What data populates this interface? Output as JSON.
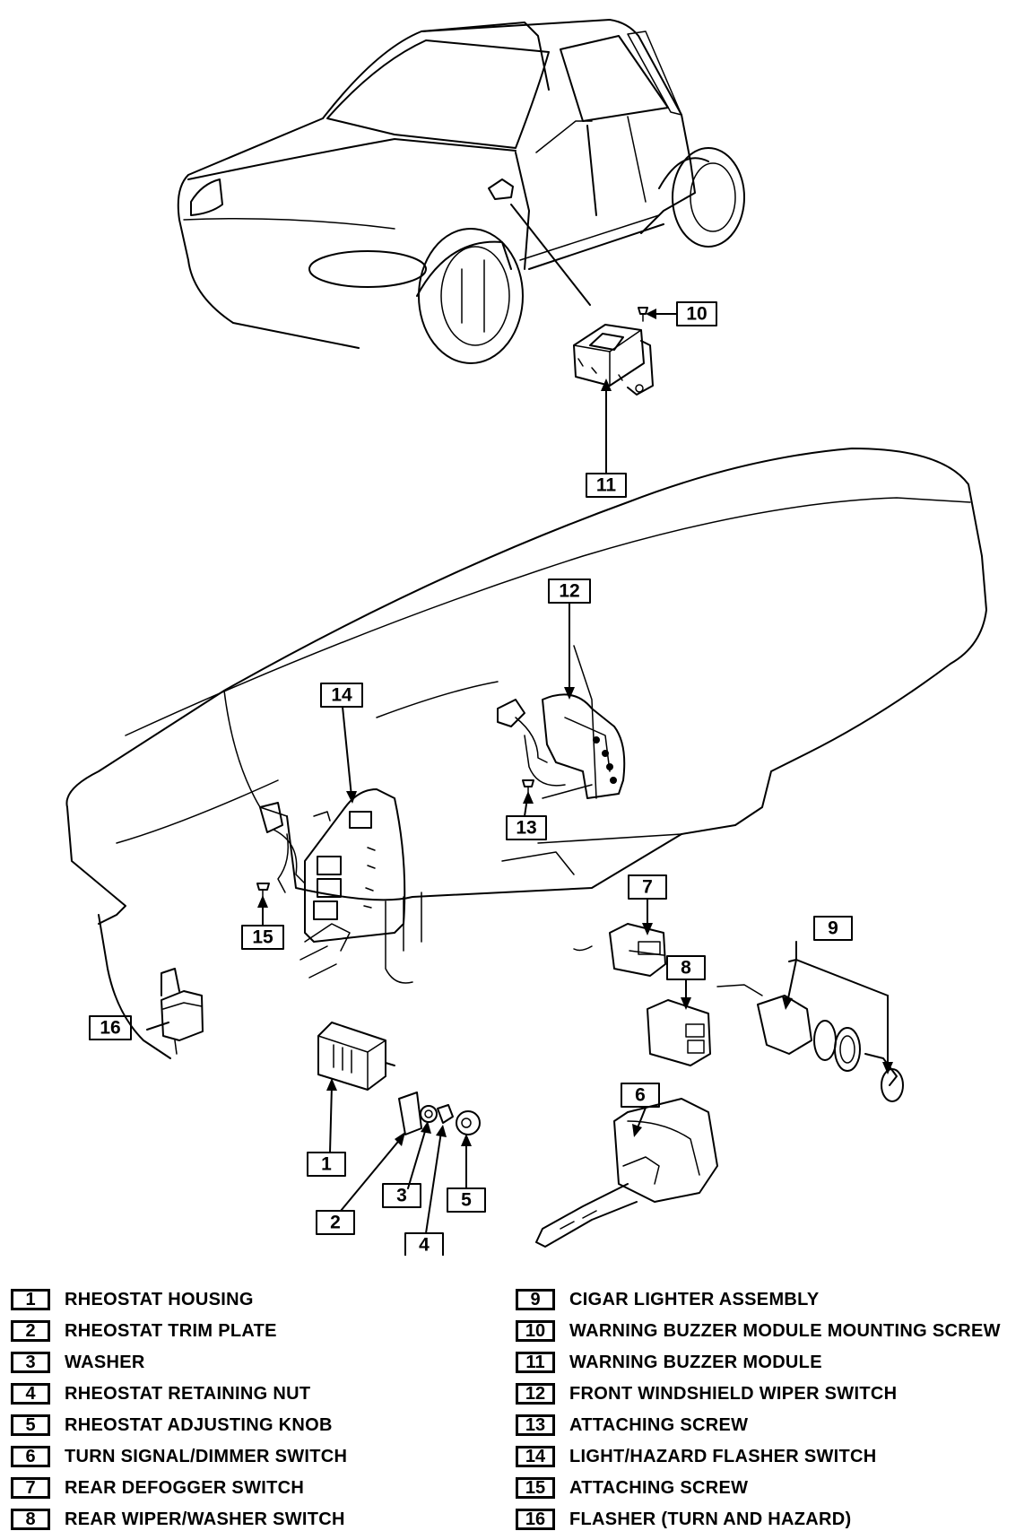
{
  "callouts": {
    "c1": "1",
    "c2": "2",
    "c3": "3",
    "c4": "4",
    "c5": "5",
    "c6": "6",
    "c7": "7",
    "c8": "8",
    "c9": "9",
    "c10": "10",
    "c11": "11",
    "c12": "12",
    "c13": "13",
    "c14": "14",
    "c15": "15",
    "c16": "16"
  },
  "legend": {
    "left": [
      {
        "num": "1",
        "label": "RHEOSTAT HOUSING"
      },
      {
        "num": "2",
        "label": "RHEOSTAT TRIM PLATE"
      },
      {
        "num": "3",
        "label": "WASHER"
      },
      {
        "num": "4",
        "label": "RHEOSTAT RETAINING NUT"
      },
      {
        "num": "5",
        "label": "RHEOSTAT ADJUSTING KNOB"
      },
      {
        "num": "6",
        "label": "TURN SIGNAL/DIMMER SWITCH"
      },
      {
        "num": "7",
        "label": "REAR DEFOGGER SWITCH"
      },
      {
        "num": "8",
        "label": "REAR WIPER/WASHER SWITCH"
      }
    ],
    "right": [
      {
        "num": "9",
        "label": "CIGAR LIGHTER ASSEMBLY"
      },
      {
        "num": "10",
        "label": "WARNING BUZZER MODULE MOUNTING SCREW"
      },
      {
        "num": "11",
        "label": "WARNING BUZZER MODULE"
      },
      {
        "num": "12",
        "label": "FRONT WINDSHIELD WIPER SWITCH"
      },
      {
        "num": "13",
        "label": "ATTACHING SCREW"
      },
      {
        "num": "14",
        "label": "LIGHT/HAZARD FLASHER SWITCH"
      },
      {
        "num": "15",
        "label": "ATTACHING SCREW"
      },
      {
        "num": "16",
        "label": "FLASHER (TURN AND HAZARD)"
      }
    ]
  }
}
